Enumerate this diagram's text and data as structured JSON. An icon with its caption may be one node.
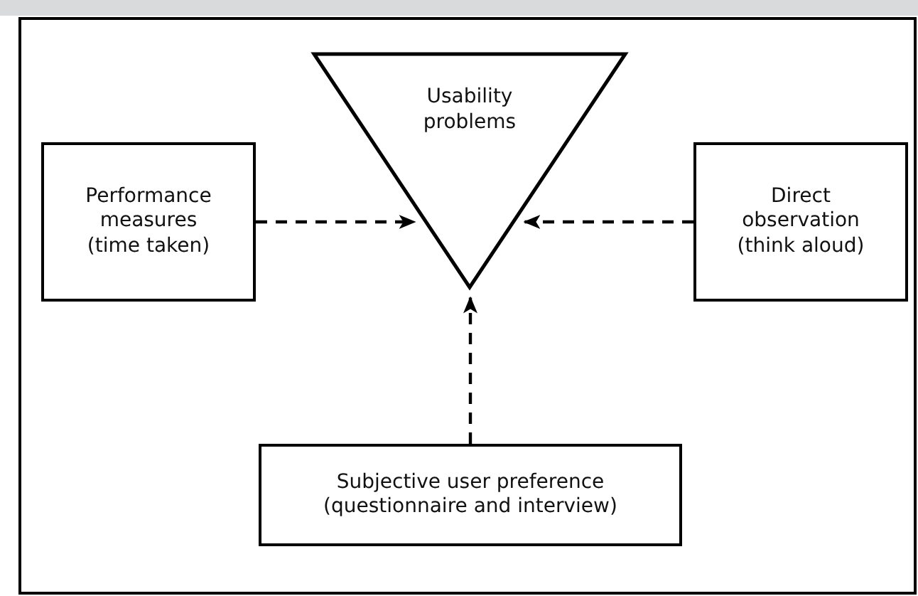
{
  "diagram": {
    "nodes": [
      {
        "text": [
          "Usability problems"
        ]
      },
      {
        "text": [
          "Performance measures",
          "(time taken)"
        ]
      },
      {
        "text": [
          "Direct observation",
          "(think aloud)"
        ]
      },
      {
        "text": [
          "Subjective user preference",
          "(questionnaire and interview)"
        ]
      }
    ],
    "edges": [
      {
        "from": 1,
        "to": 0,
        "arrow": "to",
        "style": "dashed"
      },
      {
        "from": 2,
        "to": 0,
        "arrow": "to",
        "style": "dashed"
      },
      {
        "from": 3,
        "to": 0,
        "arrow": "to",
        "style": "dashed"
      }
    ]
  }
}
